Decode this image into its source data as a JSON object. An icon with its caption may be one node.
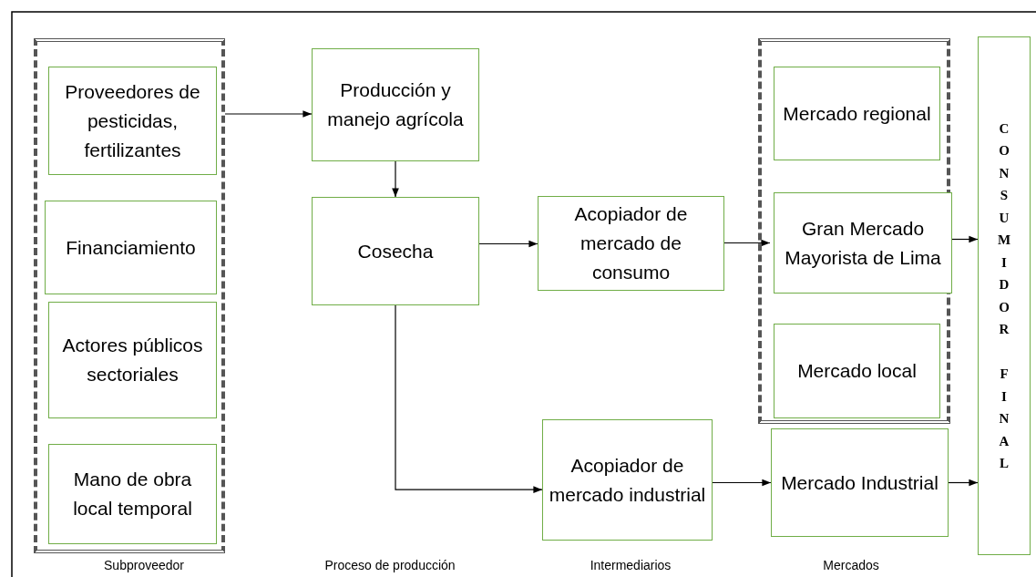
{
  "diagram": {
    "nodes": [
      {
        "text": [],
        "shape": "box"
      },
      {
        "text": [
          "Proveedores de pesticidas, fertilizantes"
        ],
        "in": 0
      },
      {
        "text": [
          "Financiamiento"
        ],
        "in": 0
      },
      {
        "text": [
          "Actores públicos sectoriales"
        ],
        "in": 0
      },
      {
        "text": [
          "Mano de obra local temporal"
        ],
        "in": 0
      },
      {
        "text": [
          "Producción y manejo agrícola"
        ]
      },
      {
        "text": [
          "Cosecha"
        ]
      },
      {
        "text": [
          "Acopiador de mercado de consumo"
        ]
      },
      {
        "text": [
          "Acopiador de mercado industrial"
        ]
      },
      {
        "text": [],
        "shape": "box"
      },
      {
        "text": [
          "Mercado regional"
        ],
        "in": 9
      },
      {
        "text": [
          "Gran Mercado Mayorista de Lima"
        ],
        "in": 9
      },
      {
        "text": [
          "Mercado local"
        ],
        "in": 9
      },
      {
        "text": [
          "Mercado Industrial"
        ]
      },
      {
        "text": [
          "CONSUMIDOR FINAL"
        ]
      }
    ],
    "edges": [
      {
        "from": 0,
        "to": 5,
        "arrow": "to"
      },
      {
        "from": 5,
        "to": 6,
        "arrow": "to"
      },
      {
        "from": 6,
        "to": 7,
        "arrow": "to"
      },
      {
        "from": 7,
        "to": 11,
        "arrow": "to"
      },
      {
        "from": 11,
        "to": 14,
        "arrow": "to"
      },
      {
        "from": 6,
        "to": 8,
        "arrow": "to"
      },
      {
        "from": 8,
        "to": 13,
        "arrow": "to"
      },
      {
        "from": 13,
        "to": 14,
        "arrow": "to"
      }
    ],
    "labels": [
      "Subproveedor",
      "Proceso de producción",
      "Intermediarios",
      "Mercados"
    ]
  }
}
